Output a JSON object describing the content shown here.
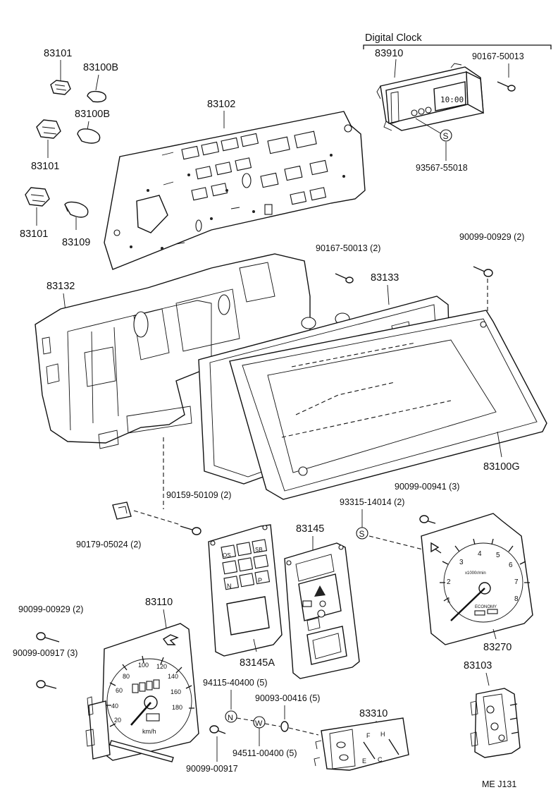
{
  "diagram": {
    "header": "Digital Clock",
    "footer_code": "ME  J131",
    "labels": {
      "p83101_a": "83101",
      "p83100B_a": "83100B",
      "p83100B_b": "83100B",
      "p83101_b": "83101",
      "p83101_c": "83101",
      "p83109": "83109",
      "p83102": "83102",
      "p83910": "83910",
      "p90167_clock": "90167-50013",
      "p93567": "93567-55018",
      "p90167_2": "90167-50013 (2)",
      "p90099_00929_top": "90099-00929 (2)",
      "p83132": "83132",
      "p83133": "83133",
      "p83100G": "83100G",
      "p90159": "90159-50109 (2)",
      "p90179": "90179-05024 (2)",
      "p93315": "93315-14014 (2)",
      "p90099_00941": "90099-00941 (3)",
      "p83145": "83145",
      "p83145A": "83145A",
      "p83110": "83110",
      "p83270": "83270",
      "p90099_00929_left": "90099-00929 (2)",
      "p90099_00917_3": "90099-00917 (3)",
      "p94115": "94115-40400 (5)",
      "p90093": "90093-00416 (5)",
      "p83310": "83310",
      "p94511": "94511-00400 (5)",
      "p90099_00917": "90099-00917",
      "p83103": "83103"
    },
    "marks": {
      "s_clock": "S",
      "s_screw": "S",
      "n_nut": "N",
      "w_washer": "W"
    },
    "clock_display": "10:00",
    "speedometer": {
      "unit": "km/h",
      "scale": [
        "20",
        "40",
        "60",
        "80",
        "100",
        "120",
        "140",
        "160",
        "180"
      ]
    },
    "tachometer": {
      "scale": [
        "1",
        "2",
        "3",
        "4",
        "5",
        "6",
        "7",
        "8"
      ],
      "unit": "x1000r/min",
      "badge": "ECONOMY"
    },
    "indicator_panel": {
      "cells": [
        "OS",
        "",
        "SB",
        "",
        "",
        "",
        "N",
        "",
        "P"
      ]
    },
    "fuel_temp": {
      "fuel": [
        "F",
        "E"
      ],
      "temp": [
        "H",
        "C"
      ]
    }
  }
}
